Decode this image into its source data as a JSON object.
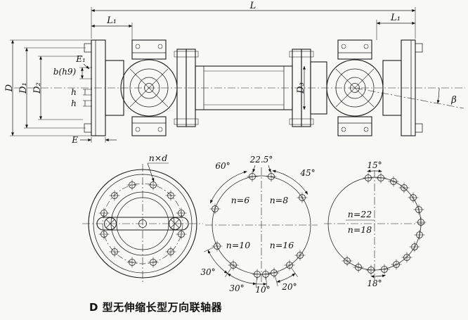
{
  "caption": "D 型无伸缩长型万向联轴器",
  "side": {
    "L": "L",
    "L1": "L₁",
    "D": "D",
    "D1": "D₁",
    "D2": "D₂",
    "D3": "D₃",
    "b": "b(h9)",
    "E1": "E₁",
    "E": "E",
    "h": "h",
    "beta": "β"
  },
  "front": {
    "nxd": "n×d"
  },
  "mid": {
    "a60": "60°",
    "a22_5": "22.5°",
    "a45": "45°",
    "n6": "n=6",
    "n8": "n=8",
    "n10": "n=10",
    "n16": "n=16",
    "a30_left": "30°",
    "a30_bottom": "30°",
    "a10": "10°",
    "a20": "20°"
  },
  "right": {
    "a15": "15°",
    "n22": "n=22",
    "n18": "n=18",
    "a18": "18°"
  }
}
